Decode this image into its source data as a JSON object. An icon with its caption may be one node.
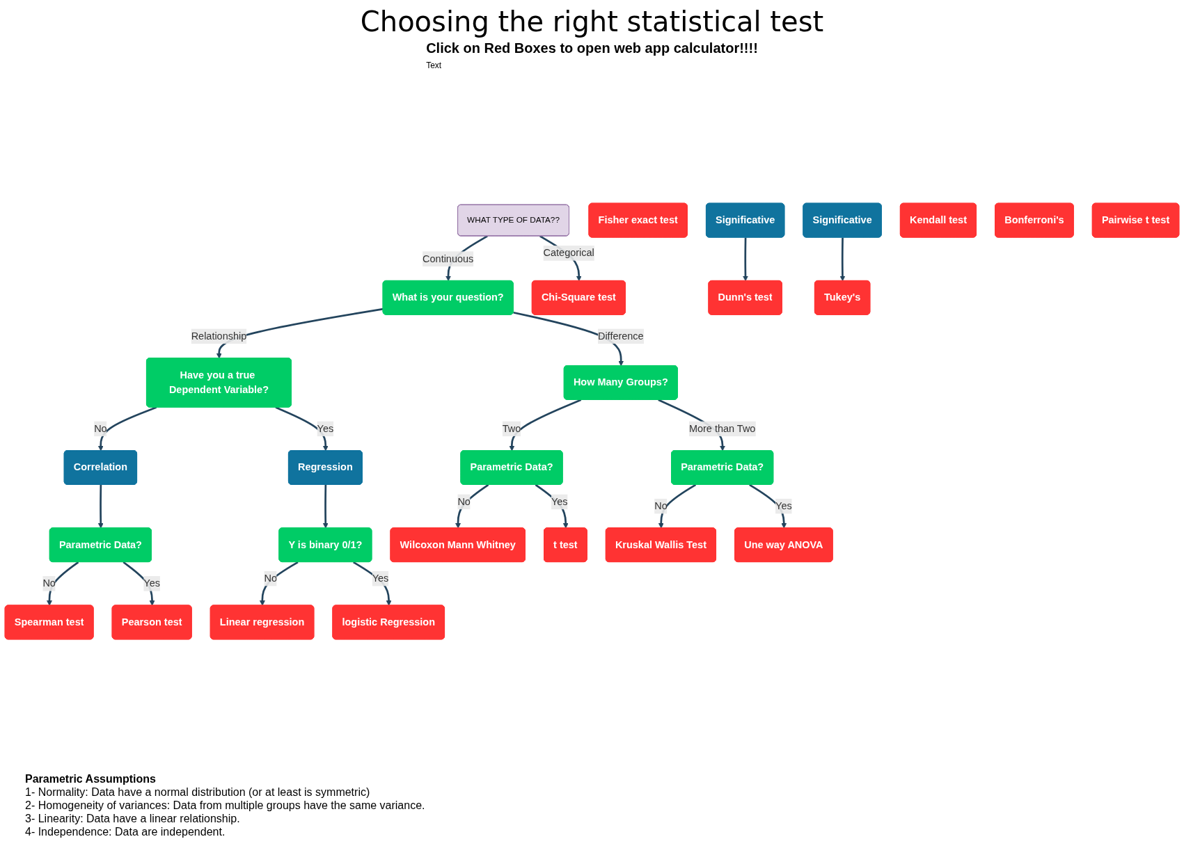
{
  "diagram": {
    "title": "Choosing the right statistical test",
    "nodes": [
      {
        "text": [
          "WHAT TYPE OF DATA??"
        ]
      },
      {
        "text": [
          "What is your question?"
        ]
      },
      {
        "text": [
          "Chi-Square test"
        ]
      },
      {
        "text": [
          "Fisher exact test"
        ]
      },
      {
        "text": [
          "Have you a true Dependent Variable?"
        ]
      },
      {
        "text": [
          "How Many Groups?"
        ]
      },
      {
        "text": [
          "Correlation"
        ]
      },
      {
        "text": [
          "Regression"
        ]
      },
      {
        "text": [
          "Parametric Data?"
        ]
      },
      {
        "text": [
          "Parametric Data?"
        ]
      },
      {
        "text": [
          "Parametric Data?"
        ]
      },
      {
        "text": [
          "Y is binary 0/1?"
        ]
      },
      {
        "text": [
          "Wilcoxon Mann Whitney"
        ]
      },
      {
        "text": [
          "t test"
        ]
      },
      {
        "text": [
          "Kruskal Wallis Test"
        ]
      },
      {
        "text": [
          "Une way ANOVA"
        ]
      },
      {
        "text": [
          "Spearman test"
        ]
      },
      {
        "text": [
          "Pearson test"
        ]
      },
      {
        "text": [
          "Linear regression"
        ]
      },
      {
        "text": [
          "logistic Regression"
        ]
      },
      {
        "text": [
          "Significative"
        ]
      },
      {
        "text": [
          "Significative"
        ]
      },
      {
        "text": [
          "Kendall test"
        ]
      },
      {
        "text": [
          "Dunn's test"
        ]
      },
      {
        "text": [
          "Tukey's"
        ]
      },
      {
        "text": [
          "Bonferroni's"
        ]
      },
      {
        "text": [
          "Pairwise t test"
        ]
      }
    ],
    "edges": [
      {
        "from": 0,
        "to": 1,
        "arrow": "to",
        "label": "Continuous"
      },
      {
        "from": 0,
        "to": 2,
        "arrow": "to",
        "label": "Categorical"
      },
      {
        "from": 1,
        "to": 4,
        "arrow": "to",
        "label": "Relationship"
      },
      {
        "from": 1,
        "to": 5,
        "arrow": "to",
        "label": "Difference"
      },
      {
        "from": 4,
        "to": 6,
        "arrow": "to",
        "label": "No"
      },
      {
        "from": 4,
        "to": 7,
        "arrow": "to",
        "label": "Yes"
      },
      {
        "from": 5,
        "to": 8,
        "arrow": "to",
        "label": "Two"
      },
      {
        "from": 5,
        "to": 9,
        "arrow": "to",
        "label": "More than Two"
      },
      {
        "from": 6,
        "to": 10,
        "arrow": "to"
      },
      {
        "from": 7,
        "to": 11,
        "arrow": "to"
      },
      {
        "from": 8,
        "to": 12,
        "arrow": "to",
        "label": "No"
      },
      {
        "from": 8,
        "to": 13,
        "arrow": "to",
        "label": "Yes"
      },
      {
        "from": 9,
        "to": 14,
        "arrow": "to",
        "label": "No"
      },
      {
        "from": 9,
        "to": 15,
        "arrow": "to",
        "label": "Yes"
      },
      {
        "from": 10,
        "to": 16,
        "arrow": "to",
        "label": "No"
      },
      {
        "from": 10,
        "to": 17,
        "arrow": "to",
        "label": "Yes"
      },
      {
        "from": 11,
        "to": 18,
        "arrow": "to",
        "label": "No"
      },
      {
        "from": 11,
        "to": 19,
        "arrow": "to",
        "label": "Yes"
      },
      {
        "from": 20,
        "to": 23,
        "arrow": "to"
      },
      {
        "from": 21,
        "to": 24,
        "arrow": "to"
      }
    ],
    "labels": [
      "Click on Red Boxes to open web app calculator!!!!",
      "Text",
      "Parametric Assumptions",
      "1- Normality: Data have a normal distribution (or at least is symmetric)",
      "2- Homogeneity of variances: Data from multiple groups have the same variance.",
      "3- Linearity: Data have a linear relationship.",
      "4- Independence: Data are independent."
    ]
  }
}
